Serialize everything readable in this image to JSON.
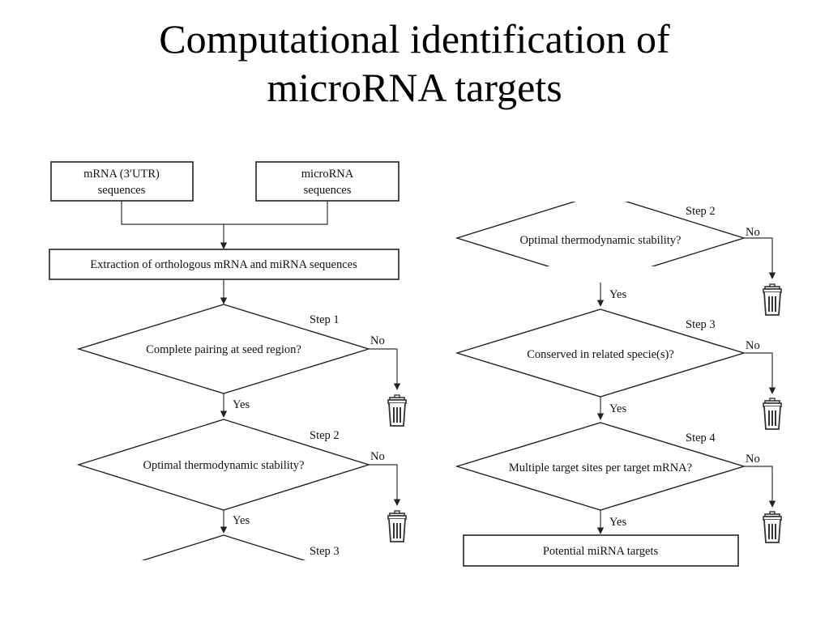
{
  "title": {
    "line1": "Computational identification of",
    "line2": "microRNA targets"
  },
  "left": {
    "mrna_box": {
      "line1": "mRNA (3′UTR)",
      "line2": "sequences"
    },
    "microrna_box": {
      "line1": "microRNA",
      "line2": "sequences"
    },
    "extraction_box": "Extraction of orthologous mRNA and miRNA sequences",
    "step1": {
      "step": "Step 1",
      "question": "Complete pairing at seed region?",
      "no": "No",
      "yes": "Yes"
    },
    "step2": {
      "step": "Step 2",
      "question": "Optimal thermodynamic stability?",
      "no": "No",
      "yes": "Yes"
    },
    "step3": {
      "step": "Step 3"
    }
  },
  "right": {
    "step2": {
      "step": "Step 2",
      "question": "Optimal thermodynamic stability?",
      "no": "No",
      "yes": "Yes"
    },
    "step3": {
      "step": "Step 3",
      "question": "Conserved in related specie(s)?",
      "no": "No",
      "yes": "Yes"
    },
    "step4": {
      "step": "Step 4",
      "question": "Multiple target sites per target mRNA?",
      "no": "No",
      "yes": "Yes"
    },
    "result_box": "Potential miRNA targets"
  },
  "icons": {
    "discard": "trash-bin-icon"
  },
  "colors": {
    "background": "#ffffff",
    "stroke": "#222222",
    "text": "#111111"
  }
}
